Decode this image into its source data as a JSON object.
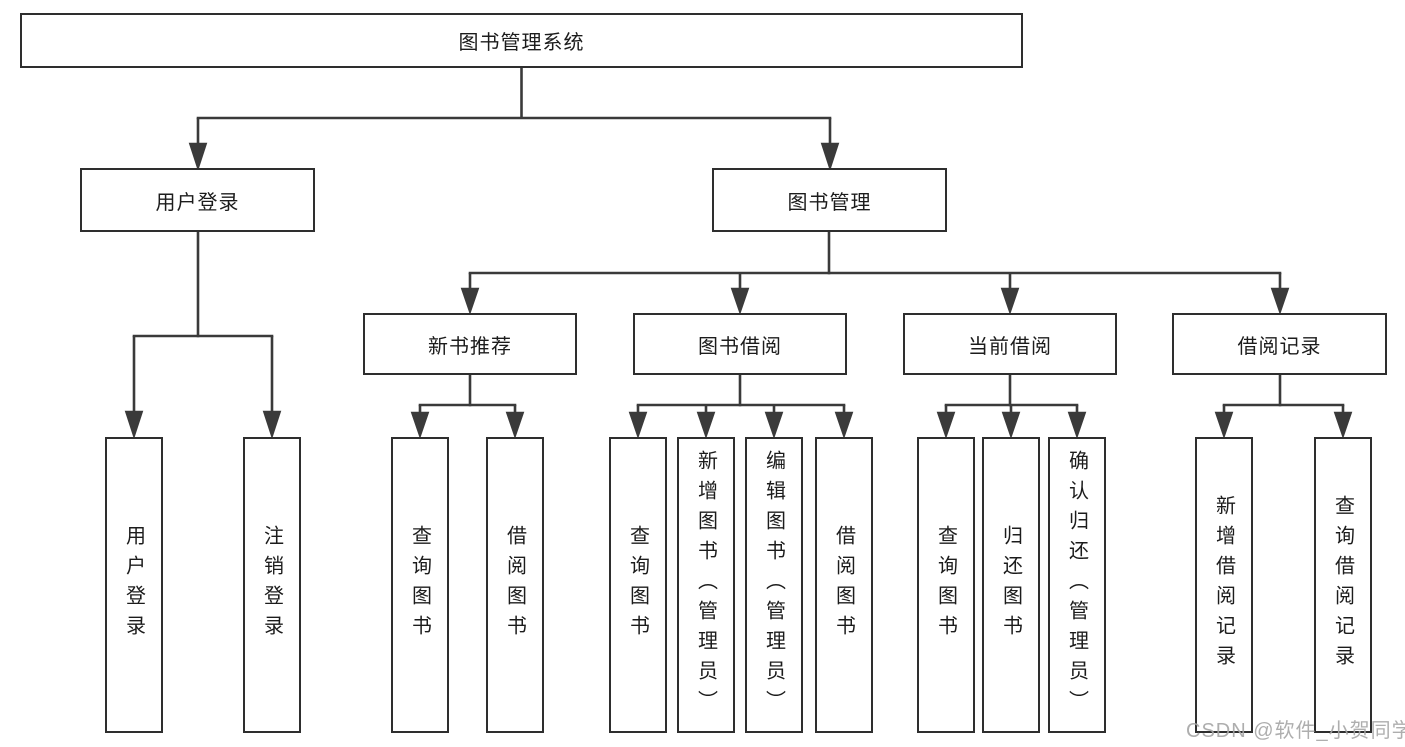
{
  "diagram": {
    "type": "feature-tree",
    "line_color": "#3a3a3a",
    "box_border_color": "#2e2e2e",
    "text_color": "#1c1c1c",
    "background_color": "#ffffff",
    "root": {
      "label": "图书管理系统",
      "children": [
        {
          "label": "用户登录",
          "children": [
            {
              "label": "用户登录"
            },
            {
              "label": "注销登录"
            }
          ]
        },
        {
          "label": "图书管理",
          "children": [
            {
              "label": "新书推荐",
              "children": [
                {
                  "label": "查询图书"
                },
                {
                  "label": "借阅图书"
                }
              ]
            },
            {
              "label": "图书借阅",
              "children": [
                {
                  "label": "查询图书"
                },
                {
                  "label": "新增图书（管理员）"
                },
                {
                  "label": "编辑图书（管理员）"
                },
                {
                  "label": "借阅图书"
                }
              ]
            },
            {
              "label": "当前借阅",
              "children": [
                {
                  "label": "查询图书"
                },
                {
                  "label": "归还图书"
                },
                {
                  "label": "确认归还（管理员）"
                }
              ]
            },
            {
              "label": "借阅记录",
              "children": [
                {
                  "label": "新增借阅记录"
                },
                {
                  "label": "查询借阅记录"
                }
              ]
            }
          ]
        }
      ]
    }
  },
  "watermark": {
    "text": "CSDN @软件_小贺同学",
    "color": "#a5a5a5"
  }
}
